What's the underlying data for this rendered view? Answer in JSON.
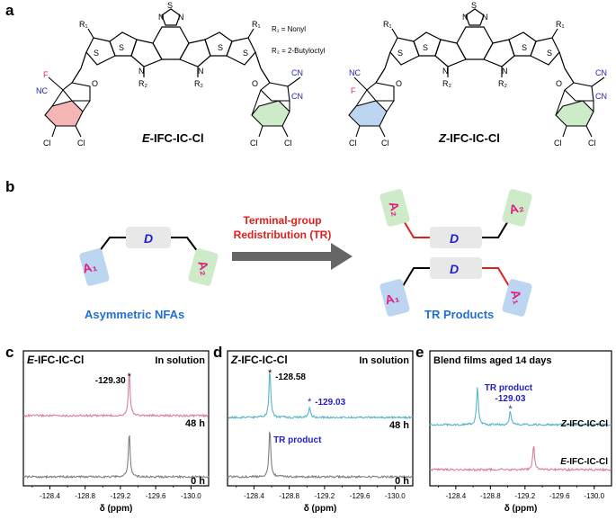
{
  "figure": {
    "panel_a": {
      "letter": "a",
      "r1_def": "R₁ = Nonyl",
      "r2_def": "R₂ = 2-Butyloctyl",
      "mol1": {
        "name_prefix": "E",
        "name_rest": "-IFC-IC-Cl",
        "atoms": {
          "S": "S",
          "N": "N",
          "R1": "R₁",
          "R2": "R₂",
          "F": "F",
          "NC": "NC",
          "CN": "CN",
          "O": "O",
          "Cl": "Cl"
        }
      },
      "mol2": {
        "name_prefix": "Z",
        "name_rest": "-IFC-IC-Cl",
        "atoms": {
          "S": "S",
          "N": "N",
          "R1": "R₁",
          "R2": "R₂",
          "F": "F",
          "NC": "NC",
          "CN": "CN",
          "O": "O",
          "Cl": "Cl"
        }
      }
    },
    "panel_b": {
      "letter": "b",
      "donor": "D",
      "acc1": "A₁",
      "acc2": "A₂",
      "left_caption": "Asymmetric NFAs",
      "arrow_line1": "Terminal-group",
      "arrow_line2": "Redistribution (TR)",
      "right_caption": "TR Products"
    },
    "colors": {
      "blue_label": "#1f6fd6",
      "red_label": "#e0201c",
      "magenta": "#e0207a",
      "arrow_gray": "#666666",
      "pink_trace": "#e07aa3",
      "gray_trace": "#7f7f7f",
      "teal_trace": "#5ab4cc",
      "peak_blue": "#2121c8",
      "accent_pink_fill": "#f4b5b5",
      "accent_green_fill": "#cdebc8",
      "accent_blue_fill": "#bcd6f2"
    }
  },
  "chart_data": [
    {
      "type": "line",
      "panel": "c",
      "title_prefix": "E",
      "title_rest": "-IFC-IC-Cl",
      "condition": "In solution",
      "xlabel": "δ (ppm)",
      "xlim": [
        -128.1,
        -130.2
      ],
      "xticks": [
        -128.4,
        -128.8,
        -129.2,
        -129.6,
        -130.0
      ],
      "xtick_labels": [
        "-128.4",
        "-128.8",
        "-129.2",
        "-129.6",
        "-130.0"
      ],
      "series": [
        {
          "name": "48 h",
          "peaks": [
            {
              "x": -129.3,
              "h": 0.85
            }
          ],
          "color": "#e07aa3"
        },
        {
          "name": "0 h",
          "peaks": [
            {
              "x": -129.3,
              "h": 0.85
            }
          ],
          "color": "#7f7f7f"
        }
      ],
      "annotations": [
        {
          "label": "-129.30",
          "marker": "*",
          "x": -129.3
        }
      ]
    },
    {
      "type": "line",
      "panel": "d",
      "title_prefix": "Z",
      "title_rest": "-IFC-IC-Cl",
      "condition": "In solution",
      "xlabel": "δ (ppm)",
      "xlim": [
        -128.1,
        -130.2
      ],
      "xticks": [
        -128.4,
        -128.8,
        -129.2,
        -129.6,
        -130.0
      ],
      "xtick_labels": [
        "-128.4",
        "-128.8",
        "-129.2",
        "-129.6",
        "-130.0"
      ],
      "series": [
        {
          "name": "48 h",
          "peaks": [
            {
              "x": -128.58,
              "h": 0.9
            },
            {
              "x": -129.03,
              "h": 0.2
            }
          ],
          "color": "#5ab4cc"
        },
        {
          "name": "0 h",
          "peaks": [
            {
              "x": -128.58,
              "h": 0.9
            }
          ],
          "color": "#7f7f7f"
        }
      ],
      "annotations": [
        {
          "label": "-128.58",
          "marker": "*",
          "x": -128.58
        },
        {
          "label": "-129.03",
          "marker": "*",
          "x": -129.03,
          "note": "TR product"
        }
      ]
    },
    {
      "type": "line",
      "panel": "e",
      "title": "Blend films aged 14 days",
      "xlabel": "δ (ppm)",
      "xlim": [
        -128.1,
        -130.2
      ],
      "xticks": [
        -128.4,
        -128.8,
        -129.2,
        -129.6,
        -130.0
      ],
      "xtick_labels": [
        "-128.4",
        "-128.8",
        "-129.2",
        "-129.6",
        "-130.0"
      ],
      "series": [
        {
          "name_prefix": "Z",
          "name_rest": "-IFC-IC-Cl",
          "peaks": [
            {
              "x": -128.65,
              "h": 0.85
            },
            {
              "x": -129.03,
              "h": 0.32
            }
          ],
          "color": "#5ab4cc"
        },
        {
          "name_prefix": "E",
          "name_rest": "-IFC-IC-Cl",
          "peaks": [
            {
              "x": -129.3,
              "h": 0.55
            }
          ],
          "color": "#e07aa3"
        }
      ],
      "annotations": [
        {
          "label": "TR product",
          "x": -129.03
        },
        {
          "label": "-129.03",
          "marker": "*",
          "x": -129.03
        }
      ]
    }
  ]
}
